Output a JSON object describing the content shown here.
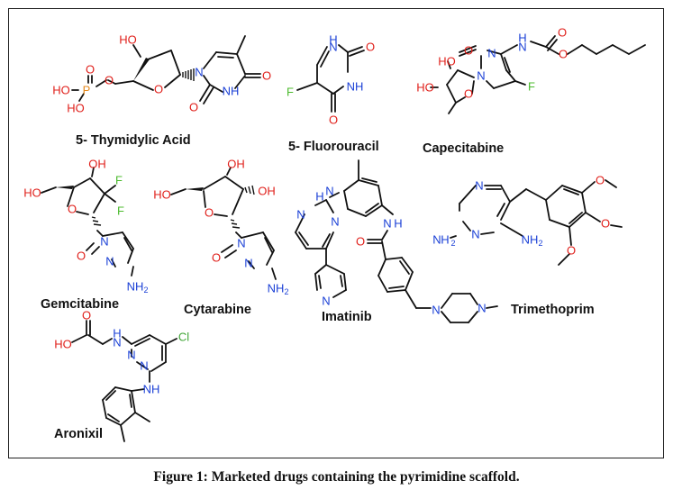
{
  "caption": "Figure 1: Marketed drugs containing the pyrimidine scaffold.",
  "drugs": {
    "thymidylic_acid": "5- Thymidylic Acid",
    "fluorouracil": "5- Fluorouracil",
    "capecitabine": "Capecitabine",
    "gemcitabine": "Gemcitabine",
    "cytarabine": "Cytarabine",
    "imatinib": "Imatinib",
    "trimethoprim": "Trimethoprim",
    "aronixil": "Aronixil"
  },
  "atom_colors": {
    "oxygen": "#e0201b",
    "nitrogen": "#1a3fd6",
    "fluorine": "#4cbb2e",
    "phosphorus": "#e58a1f",
    "chlorine": "#3fa535"
  }
}
